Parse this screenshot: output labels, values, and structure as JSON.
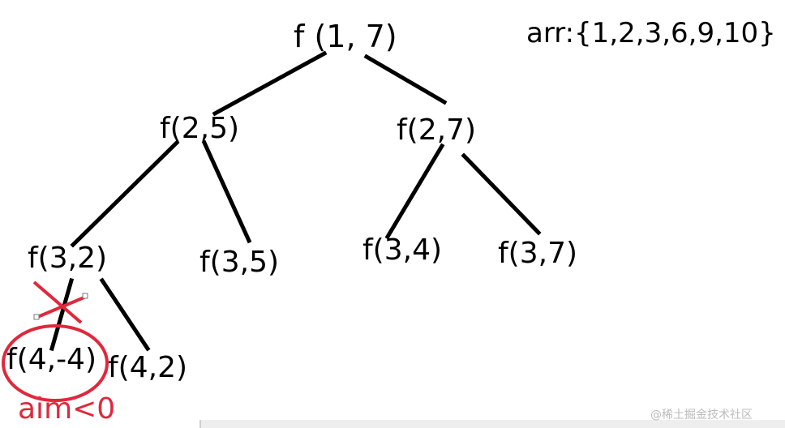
{
  "title": "f (1, 7)",
  "array_label": "arr:{1,2,3,6,9,10}",
  "nodes": {
    "root": "f (1, 7)",
    "l": "f(2,5)",
    "r": "f(2,7)",
    "ll": "f(3,2)",
    "lr": "f(3,5)",
    "rl": "f(3,4)",
    "rr": "f(3,7)",
    "lll": "f(4,-4)",
    "llr": "f(4,2)"
  },
  "annotation": {
    "text": "aim<0",
    "color": "#e0283c"
  },
  "watermark": "@稀土掘金技术社区",
  "colors": {
    "background": "#ffffff",
    "edge": "#000000",
    "annotation": "#e0283c",
    "watermark": "#bbbbbb"
  }
}
